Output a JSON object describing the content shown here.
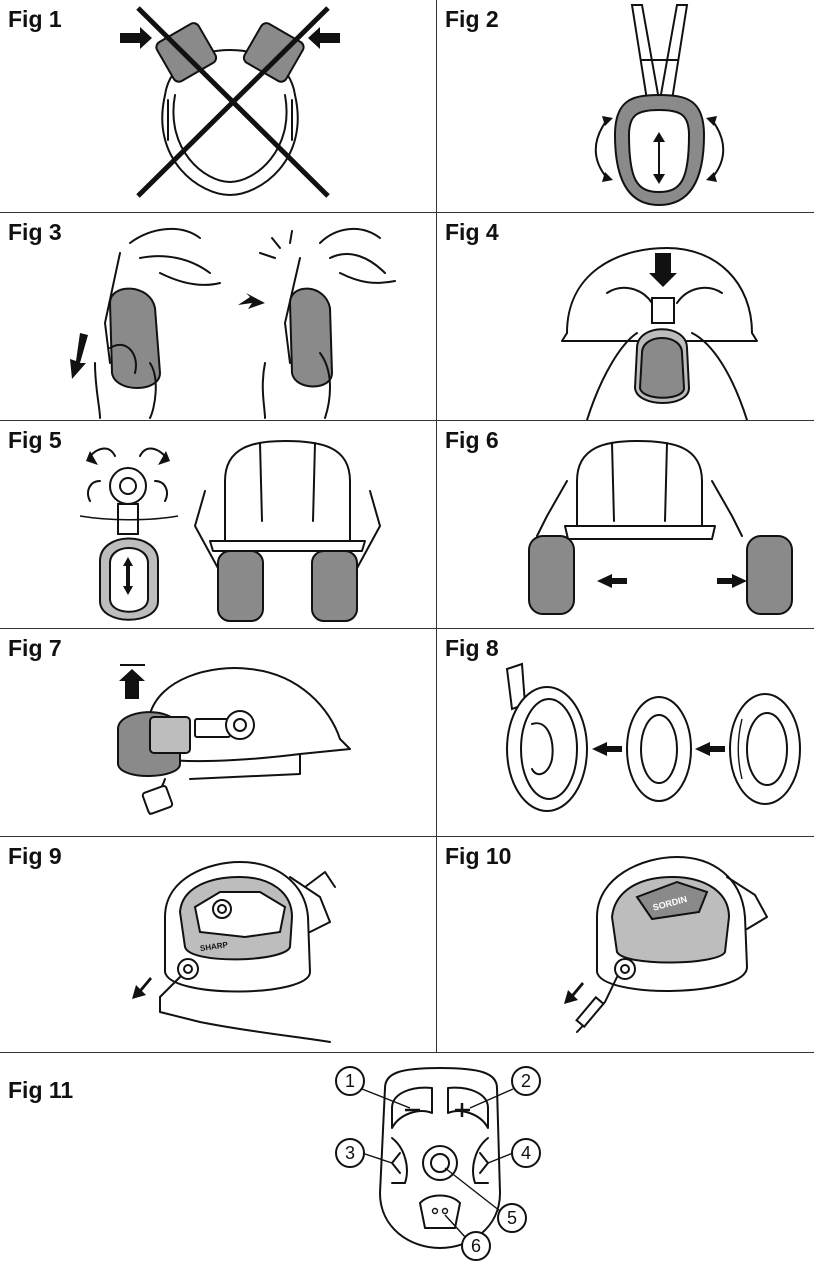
{
  "figures": [
    {
      "id": "fig1",
      "label": "Fig 1"
    },
    {
      "id": "fig2",
      "label": "Fig 2"
    },
    {
      "id": "fig3",
      "label": "Fig 3"
    },
    {
      "id": "fig4",
      "label": "Fig 4"
    },
    {
      "id": "fig5",
      "label": "Fig 5"
    },
    {
      "id": "fig6",
      "label": "Fig 6"
    },
    {
      "id": "fig7",
      "label": "Fig 7"
    },
    {
      "id": "fig8",
      "label": "Fig 8"
    },
    {
      "id": "fig9",
      "label": "Fig 9"
    },
    {
      "id": "fig10",
      "label": "Fig 10"
    },
    {
      "id": "fig11",
      "label": "Fig 11"
    }
  ],
  "fig9_brand": "SHARP",
  "fig10_brand": "SORDIN",
  "fig11_callouts": [
    "1",
    "2",
    "3",
    "4",
    "5",
    "6"
  ]
}
